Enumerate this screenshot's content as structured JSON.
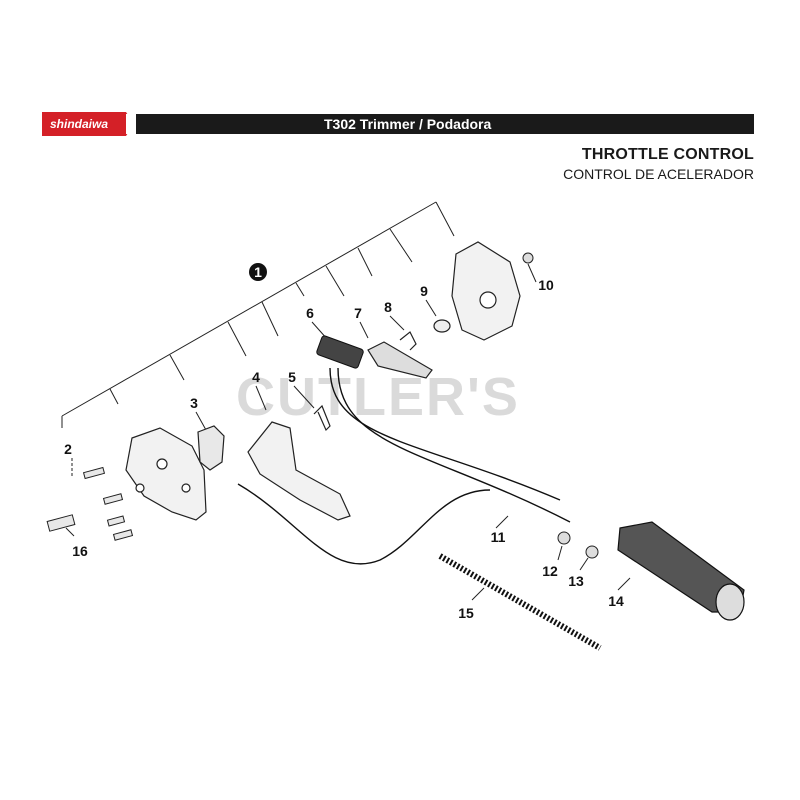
{
  "header": {
    "brand": "shindaiwa",
    "model_title": "T302 Trimmer / Podadora"
  },
  "section": {
    "title": "THROTTLE CONTROL",
    "subtitle": "CONTROL DE ACELERADOR"
  },
  "watermark": "CUTLER'S",
  "callouts": {
    "assembly": "1",
    "p2": "2",
    "p3": "3",
    "p4": "4",
    "p5": "5",
    "p6": "6",
    "p7": "7",
    "p8": "8",
    "p9": "9",
    "p10": "10",
    "p11": "11",
    "p12": "12",
    "p13": "13",
    "p14": "14",
    "p15": "15",
    "p16": "16"
  },
  "colors": {
    "brand_red": "#d42027",
    "bar": "#1a1a1a"
  }
}
